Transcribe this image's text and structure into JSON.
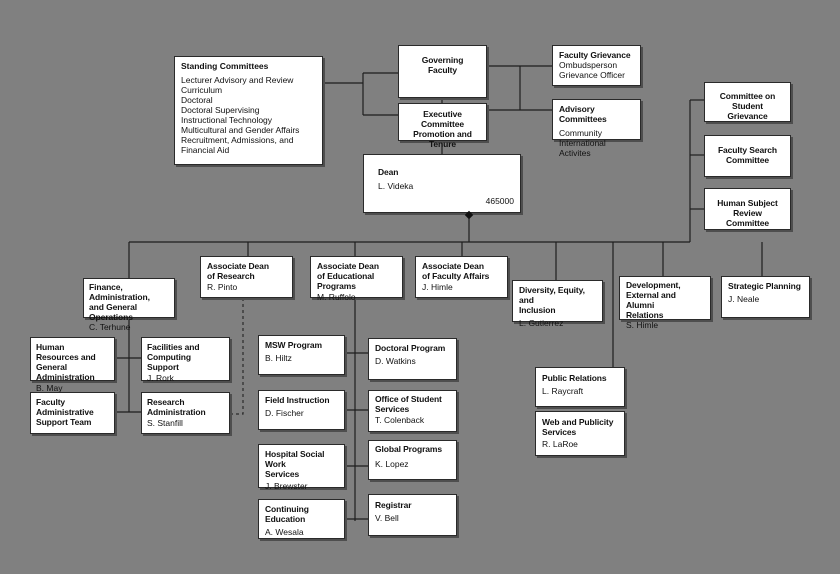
{
  "standing_committees": {
    "title": "Standing Committees",
    "items": [
      "Lecturer Advisory and Review",
      "Curriculum",
      "Doctoral",
      "Doctoral Supervising",
      "Instructional Technology",
      "Multicultural and Gender Affairs",
      "Recruitment, Admissions, and Financial Aid"
    ]
  },
  "governing_faculty": {
    "line1": "Governing",
    "line2": "Faculty"
  },
  "executive_committee": {
    "line1": "Executive Committee",
    "line2": "Promotion and Tenure"
  },
  "faculty_grievance": {
    "line1": "Faculty Grievance",
    "line2": "Ombudsperson",
    "line3": "Grievance Officer"
  },
  "advisory_committees": {
    "line1": "Advisory Committees",
    "line2": "Community",
    "line3": "International Activites"
  },
  "dean": {
    "title": "Dean",
    "name": "L. Videka",
    "code": "465000"
  },
  "right_committees": [
    {
      "line1": "Committee on",
      "line2": "Student Grievance"
    },
    {
      "line1": "Faculty Search",
      "line2": "Committee"
    },
    {
      "line1": "Human Subject",
      "line2": "Review Committee"
    }
  ],
  "units": {
    "finance": {
      "l1": "Finance, Administration,",
      "l2": "and General Operations",
      "name": "C. Terhune"
    },
    "assoc_research": {
      "l1": "Associate Dean",
      "l2": "of Research",
      "name": "R. Pinto"
    },
    "assoc_edu": {
      "l1": "Associate Dean",
      "l2": "of Educational Programs",
      "name": "M. Ruffolo"
    },
    "assoc_faculty": {
      "l1": "Associate Dean",
      "l2": "of Faculty Affairs",
      "name": "J. Himle"
    },
    "diversity": {
      "l1": "Diversity, Equity, and",
      "l2": "Inclusion",
      "name": "L. Gutierrez"
    },
    "development": {
      "l1": "Development,",
      "l2": "External and Alumni",
      "l3": "Relations",
      "name": "S. Himle"
    },
    "strategic": {
      "l1": "Strategic Planning",
      "name": "J. Neale"
    },
    "hr": {
      "l1": "Human Resources and",
      "l2": "General Administration",
      "name": "B. May"
    },
    "facilities": {
      "l1": "Facilities and Computing",
      "l2": "Support",
      "name": "J. Rork"
    },
    "faculty_admin": {
      "l1": "Faculty Administrative",
      "l2": "Support Team"
    },
    "research_admin": {
      "l1": "Research",
      "l2": "Administration",
      "name": "S. Stanfill"
    },
    "msw": {
      "l1": "MSW Program",
      "name": "B. Hiltz"
    },
    "field": {
      "l1": "Field Instruction",
      "name": "D. Fischer"
    },
    "hospital": {
      "l1": "Hospital Social Work",
      "l2": "Services",
      "name": "J. Brewster"
    },
    "continuing": {
      "l1": "Continuing Education",
      "name": "A. Wesala"
    },
    "doctoral": {
      "l1": "Doctoral Program",
      "name": "D. Watkins"
    },
    "student_services": {
      "l1": "Office of Student",
      "l2": "Services",
      "name": "T. Colenback"
    },
    "global": {
      "l1": "Global Programs",
      "name": "K. Lopez"
    },
    "registrar": {
      "l1": "Registrar",
      "name": "V. Bell"
    },
    "public_relations": {
      "l1": "Public Relations",
      "name": "L. Raycraft"
    },
    "web": {
      "l1": "Web and Publicity",
      "l2": "Services",
      "name": "R. LaRoe"
    }
  }
}
